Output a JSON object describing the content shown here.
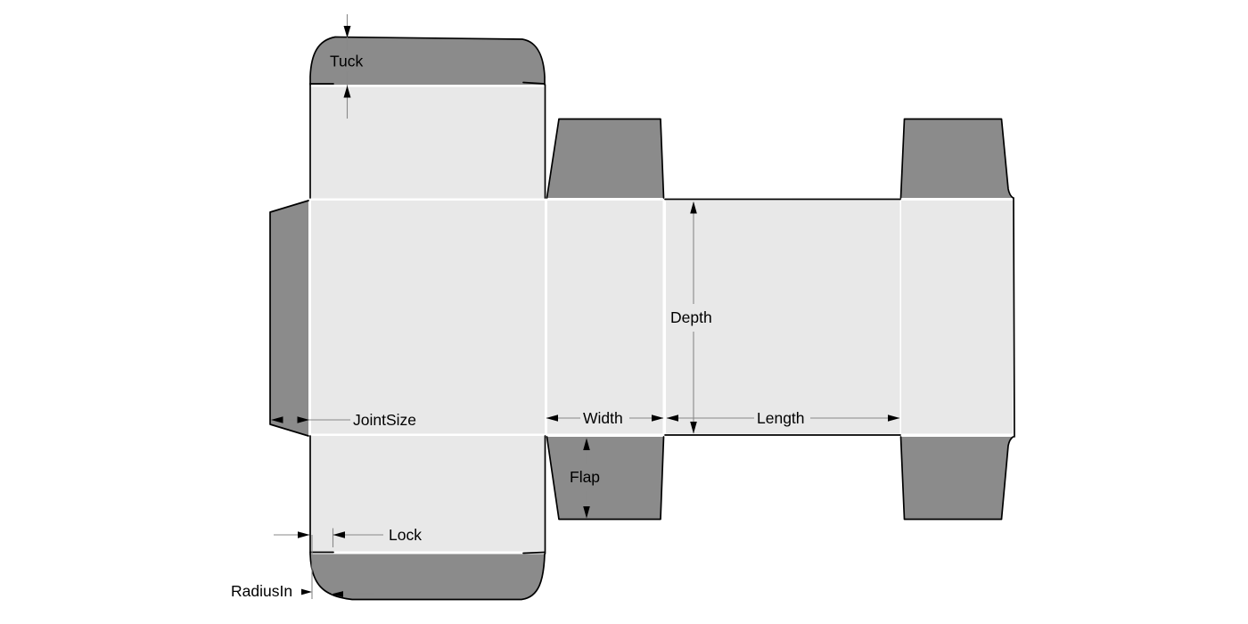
{
  "diagram": {
    "type": "carton-dieline",
    "labels": {
      "tuck": "Tuck",
      "depth": "Depth",
      "joint_size": "JointSize",
      "width": "Width",
      "length": "Length",
      "flap": "Flap",
      "lock": "Lock",
      "radius_in": "RadiusIn"
    },
    "colors": {
      "background": "#ffffff",
      "panel_fill": "#e8e8e8",
      "flap_fill": "#8b8b8b",
      "cut_line": "#000000",
      "dimension_line": "#898989",
      "arrow": "#000000",
      "text": "#000000"
    }
  }
}
